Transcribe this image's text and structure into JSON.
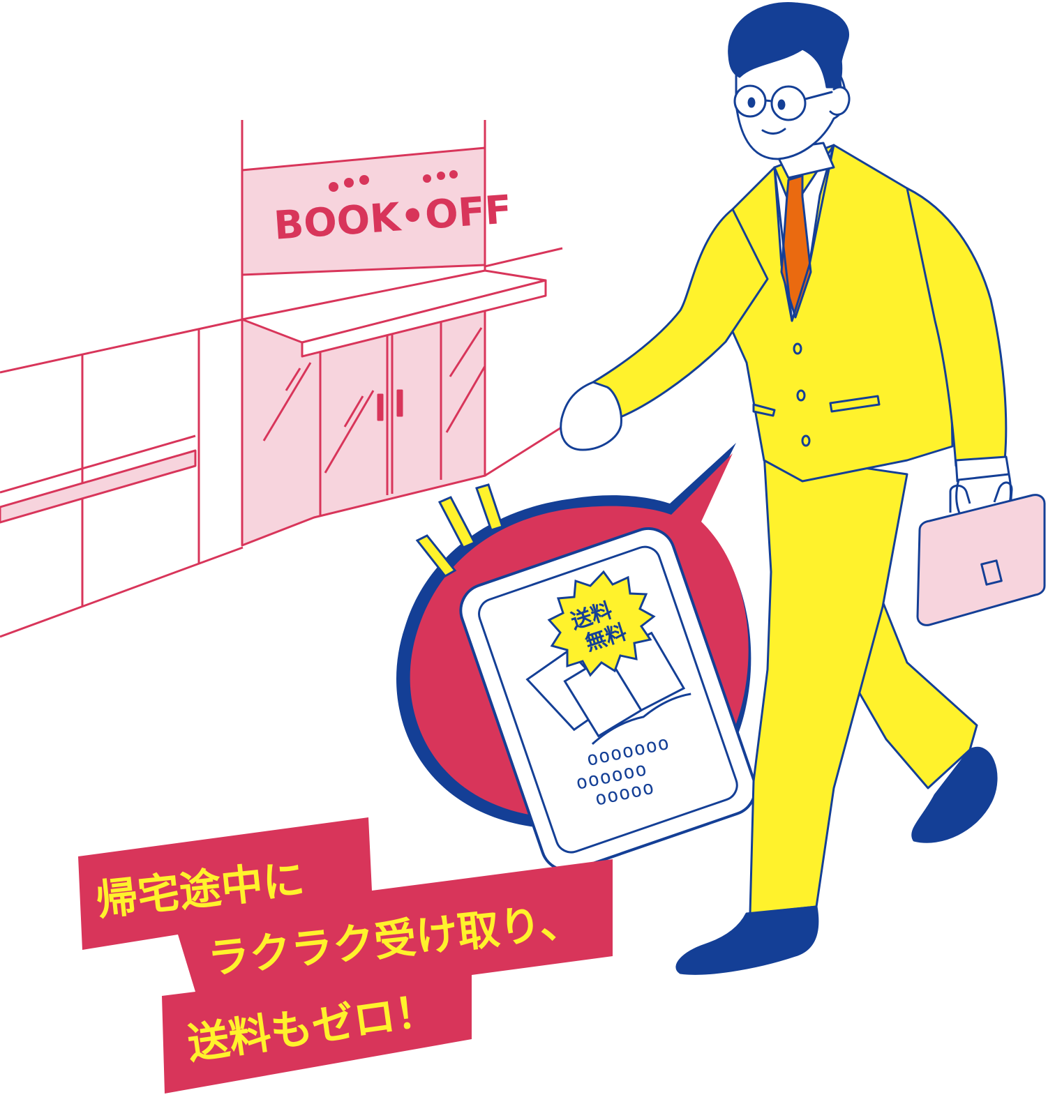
{
  "store": {
    "sign_text": "BOOK•OFF"
  },
  "phone": {
    "badge_line1": "送料",
    "badge_line2": "無料",
    "dots_row1": "ooooooo",
    "dots_row2": "oooooo",
    "dots_row3": "ooooo"
  },
  "caption": {
    "line1": "帰宅途中に",
    "line2": "ラクラク受け取り、",
    "line3": "送料もゼロ！"
  },
  "colors": {
    "brand_red": "#d8355a",
    "pink_fill": "#f7d4dd",
    "navy": "#143f96",
    "suit_yellow": "#fff22c",
    "tie_orange": "#ea6a10"
  }
}
